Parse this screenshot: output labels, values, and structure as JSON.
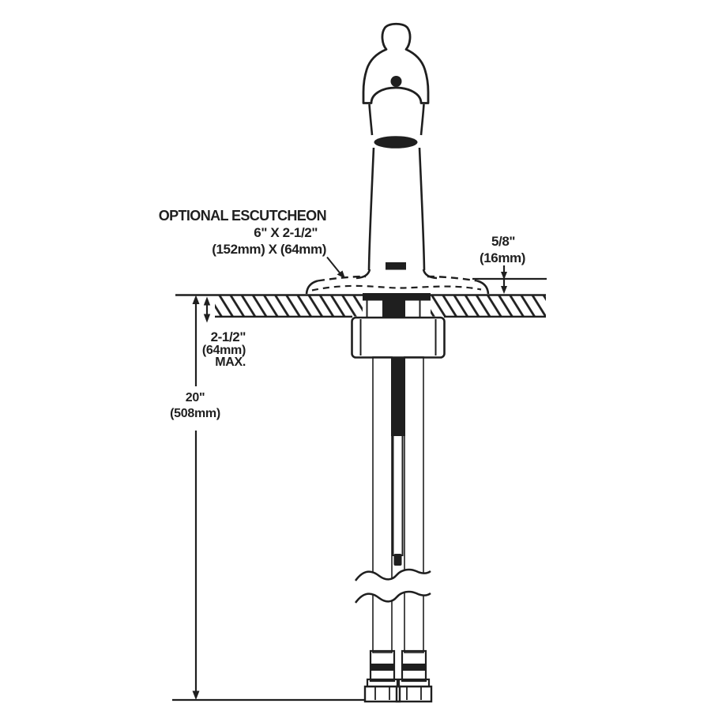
{
  "colors": {
    "ink": "#1f1f1f",
    "background": "#ffffff"
  },
  "annotations": {
    "escutcheon_note": {
      "line1": "OPTIONAL ESCUTCHEON",
      "line2": "6\" X 2-1/2\"",
      "line3": "(152mm) X (64mm)"
    },
    "escutcheon_thickness": {
      "inches": "5/8\"",
      "millimeters": "(16mm)"
    },
    "deck_thickness": {
      "inches": "2-1/2\"",
      "millimeters": "(64mm)",
      "qualifier": "MAX."
    },
    "supply_length": {
      "inches": "20\"",
      "millimeters": "(508mm)"
    }
  }
}
